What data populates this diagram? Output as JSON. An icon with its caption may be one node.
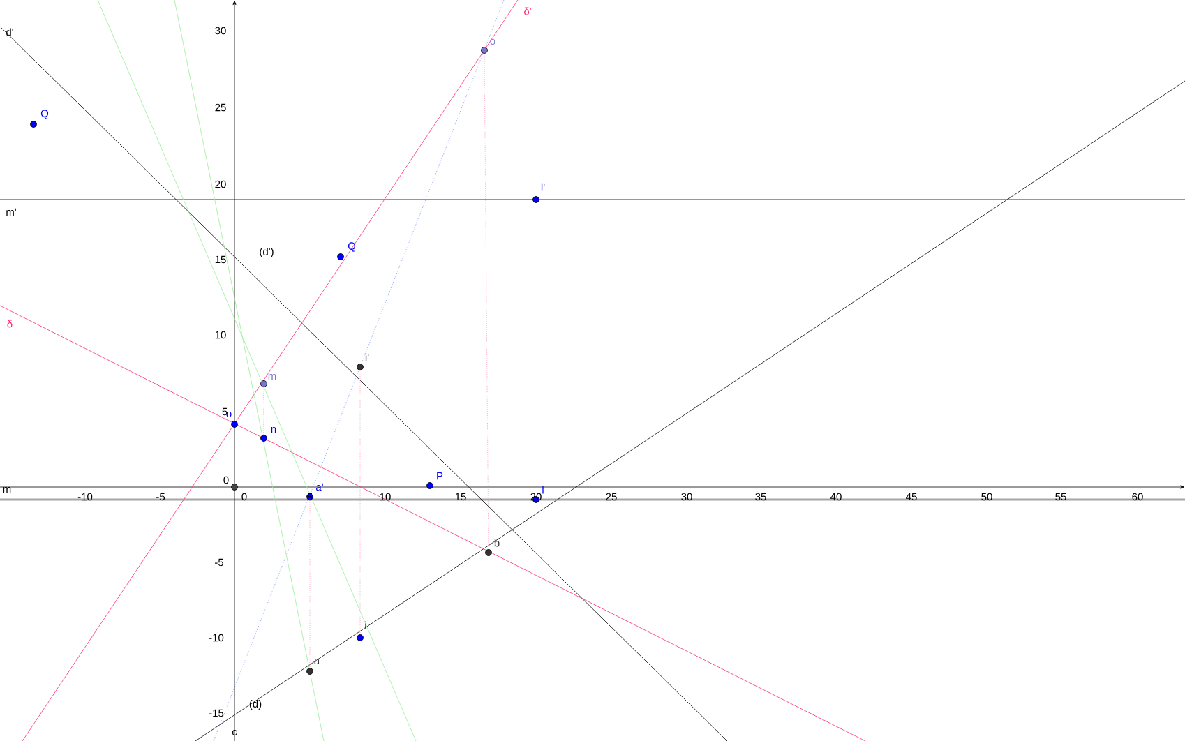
{
  "diagram": {
    "nodes": [
      {
        "text": [],
        "shape": "circle",
        "beside": [
          "Q"
        ]
      },
      {
        "text": [],
        "shape": "circle",
        "beside": [
          "Q"
        ]
      },
      {
        "text": [],
        "shape": "circle",
        "beside": [
          "o"
        ]
      },
      {
        "text": [],
        "shape": "circle",
        "beside": [
          "l'"
        ]
      },
      {
        "text": [],
        "shape": "circle",
        "beside": [
          "m"
        ]
      },
      {
        "text": [],
        "shape": "circle",
        "beside": [
          "o"
        ]
      },
      {
        "text": [],
        "shape": "circle",
        "beside": [
          "n"
        ]
      },
      {
        "text": [],
        "shape": "circle"
      },
      {
        "text": [],
        "shape": "circle",
        "beside": [
          "a'"
        ]
      },
      {
        "text": [],
        "shape": "circle",
        "beside": [
          "P"
        ]
      },
      {
        "text": [],
        "shape": "circle",
        "beside": [
          "l"
        ]
      },
      {
        "text": [],
        "shape": "circle",
        "beside": [
          "i'"
        ]
      },
      {
        "text": [],
        "shape": "circle",
        "beside": [
          "b"
        ]
      },
      {
        "text": [],
        "shape": "circle",
        "beside": [
          "i"
        ]
      },
      {
        "text": [],
        "shape": "circle",
        "beside": [
          "a"
        ]
      }
    ],
    "edges": [
      {
        "from": 2,
        "to": 12,
        "arrow": "none",
        "style": "dashed"
      },
      {
        "from": 4,
        "to": 6,
        "arrow": "none",
        "style": "dashed",
        "color": "#808080"
      },
      {
        "from": 8,
        "to": 14,
        "arrow": "none",
        "style": "dashed"
      },
      {
        "from": 11,
        "to": 13,
        "arrow": "none",
        "style": "dashed"
      }
    ],
    "labels": [
      "δ'",
      "d'",
      "30",
      "25",
      "20",
      "m'",
      "15",
      "(d')",
      "10",
      "δ",
      "5",
      "0",
      "m",
      "-10",
      "-5",
      "0",
      "5",
      "10",
      "15",
      "20",
      "25",
      "30",
      "35",
      "40",
      "45",
      "50",
      "55",
      "60",
      "-5",
      "-10",
      "-15",
      "(d)",
      "c"
    ]
  }
}
